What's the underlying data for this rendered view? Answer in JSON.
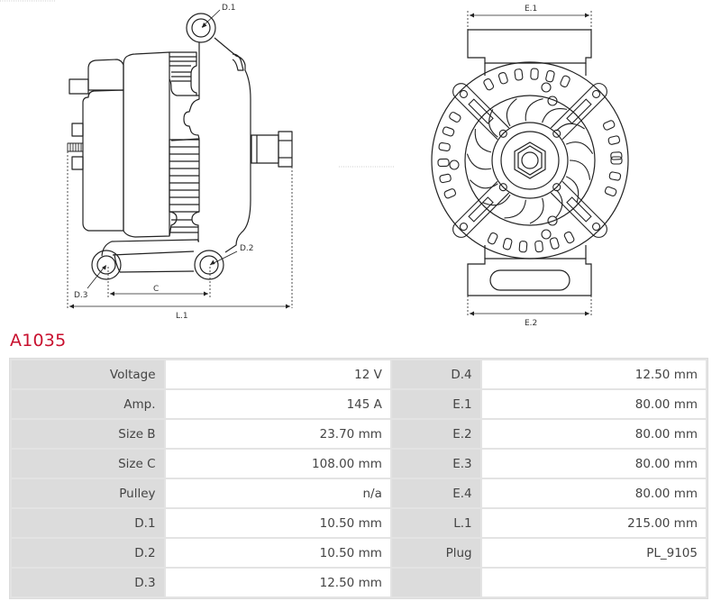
{
  "part": {
    "number": "A1035",
    "title_color": "#c8102e"
  },
  "drawings": {
    "side_view": {
      "labels": {
        "d1": "D.1",
        "d2": "D.2",
        "d3": "D.3",
        "c": "C",
        "l1": "L.1"
      }
    },
    "front_view": {
      "labels": {
        "e1": "E.1",
        "e2": "E.2"
      }
    }
  },
  "specs": {
    "rows": [
      {
        "label_left": "Voltage",
        "value_left": "12 V",
        "label_right": "D.4",
        "value_right": "12.50 mm"
      },
      {
        "label_left": "Amp.",
        "value_left": "145 A",
        "label_right": "E.1",
        "value_right": "80.00 mm"
      },
      {
        "label_left": "Size B",
        "value_left": "23.70 mm",
        "label_right": "E.2",
        "value_right": "80.00 mm"
      },
      {
        "label_left": "Size C",
        "value_left": "108.00 mm",
        "label_right": "E.3",
        "value_right": "80.00 mm"
      },
      {
        "label_left": "Pulley",
        "value_left": "n/a",
        "label_right": "E.4",
        "value_right": "80.00 mm"
      },
      {
        "label_left": "D.1",
        "value_left": "10.50 mm",
        "label_right": "L.1",
        "value_right": "215.00 mm"
      },
      {
        "label_left": "D.2",
        "value_left": "10.50 mm",
        "label_right": "Plug",
        "value_right": "PL_9105"
      },
      {
        "label_left": "D.3",
        "value_left": "12.50 mm",
        "label_right": "",
        "value_right": ""
      }
    ]
  }
}
